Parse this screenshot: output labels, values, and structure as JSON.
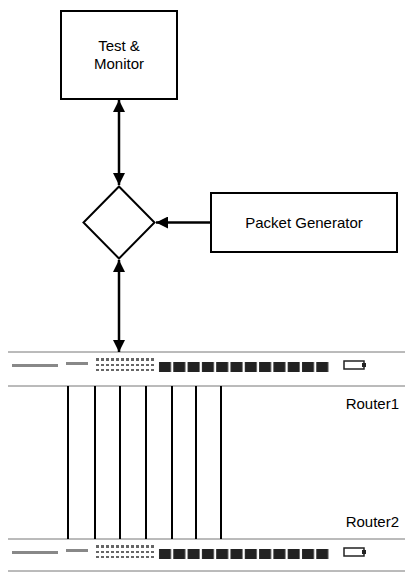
{
  "diagram": {
    "nodes": [
      {
        "text": [
          "Test & Monitor"
        ]
      },
      {
        "text": []
      },
      {
        "text": [
          "Packet Generator"
        ]
      },
      {
        "text": [
          "Router1"
        ]
      },
      {
        "text": [
          "Router2"
        ]
      }
    ],
    "edges": [
      {
        "from": 0,
        "to": 1,
        "arrow": "both"
      },
      {
        "from": 2,
        "to": 1,
        "arrow": "to"
      },
      {
        "from": 1,
        "to": 3,
        "arrow": "both"
      },
      {
        "from": 3,
        "to": 4,
        "arrow": "none"
      },
      {
        "from": 3,
        "to": 4,
        "arrow": "none"
      },
      {
        "from": 3,
        "to": 4,
        "arrow": "none"
      },
      {
        "from": 3,
        "to": 4,
        "arrow": "none"
      },
      {
        "from": 3,
        "to": 4,
        "arrow": "none"
      },
      {
        "from": 3,
        "to": 4,
        "arrow": "none"
      },
      {
        "from": 3,
        "to": 4,
        "arrow": "none"
      }
    ]
  }
}
